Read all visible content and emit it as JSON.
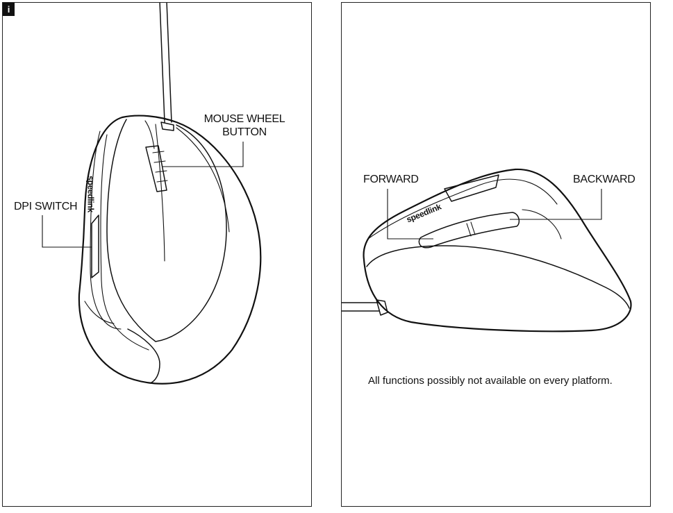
{
  "info_badge": "i",
  "left_panel": {
    "labels": {
      "mouse_wheel_button_line1": "MOUSE WHEEL",
      "mouse_wheel_button_line2": "BUTTON",
      "dpi_switch": "DPI SWITCH"
    },
    "brand": "speedlink"
  },
  "right_panel": {
    "labels": {
      "forward": "FORWARD",
      "backward": "BACKWARD"
    },
    "brand": "speedlink",
    "note": "All functions possibly not available on every platform."
  }
}
